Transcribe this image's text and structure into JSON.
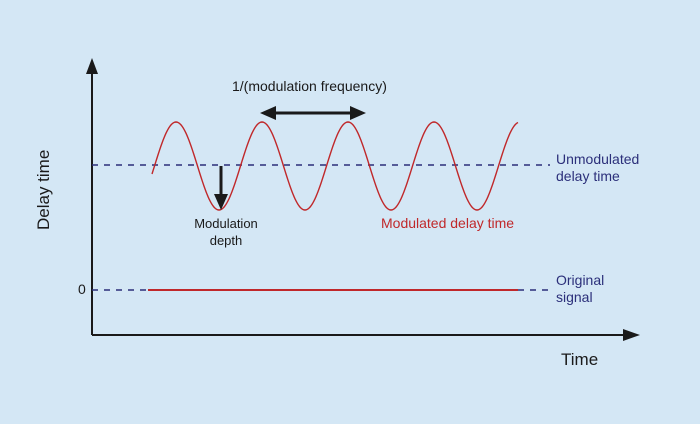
{
  "axes": {
    "y_label": "Delay time",
    "x_label": "Time",
    "zero_tick": "0"
  },
  "annotations": {
    "period_label": "1/(modulation frequency)",
    "depth_label": "Modulation depth",
    "modulated_label": "Modulated delay time",
    "unmodulated_label": "Unmodulated delay time",
    "original_label": "Original signal"
  },
  "colors": {
    "background": "#d4e7f5",
    "axis": "#1a1a1a",
    "dashed_line": "#2b2f7a",
    "signal": "#c0282a",
    "label_blue": "#2b2f7a",
    "label_red": "#c0282a"
  }
}
